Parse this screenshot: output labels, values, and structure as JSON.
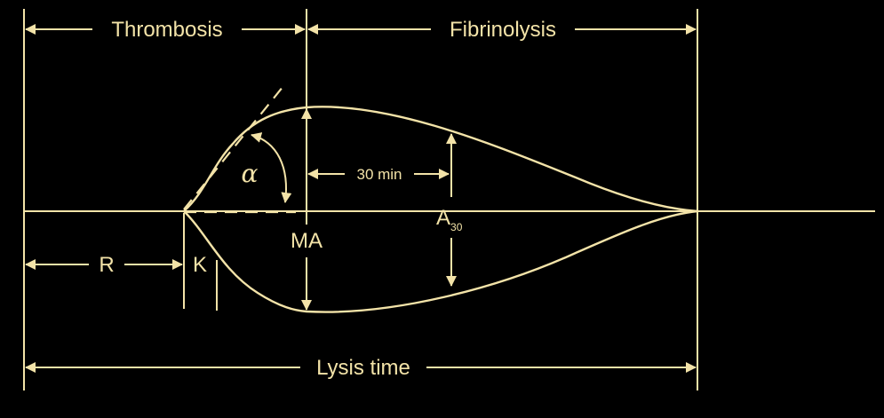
{
  "colors": {
    "background": "#000000",
    "foreground": "#F3E3A8"
  },
  "labels": {
    "thrombosis": "Thrombosis",
    "fibrinolysis": "Fibrinolysis",
    "alpha": "α",
    "thirty_min": "30 min",
    "ma": "MA",
    "a30_main": "A",
    "a30_sub": "30",
    "r": "R",
    "k": "K",
    "lysis_time": "Lysis time"
  }
}
